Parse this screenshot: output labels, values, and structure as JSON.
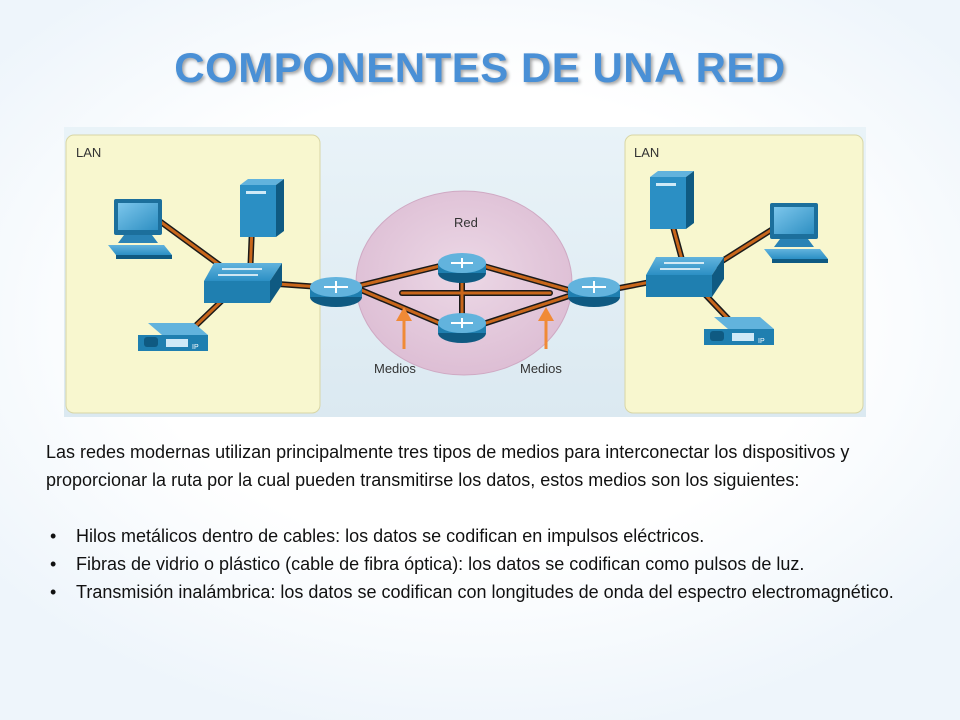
{
  "title": "COMPONENTES DE UNA RED",
  "diagram": {
    "lan_left_label": "LAN",
    "lan_right_label": "LAN",
    "network_label": "Red",
    "media_left_label": "Medios",
    "media_right_label": "Medios",
    "ip_badge_left": "IP",
    "ip_badge_right": "IP",
    "colors": {
      "lan_panel": "#f8f7cf",
      "network_cloud": "#e3c9dc",
      "cable": "#c8661b",
      "arrow": "#f08a36",
      "device": "#1f7fb0"
    },
    "icons": [
      "desktop-computer-icon",
      "server-icon",
      "switch-icon",
      "ip-phone-icon",
      "router-icon"
    ]
  },
  "body": {
    "intro": "Las redes modernas utilizan principalmente tres tipos de medios para interconectar los dispositivos y proporcionar la ruta por la cual pueden transmitirse los datos, estos medios son los siguientes:",
    "bullets": [
      "Hilos metálicos dentro de cables: los datos se codifican en impulsos eléctricos.",
      "Fibras de vidrio o plástico (cable de fibra óptica): los datos se codifican como pulsos de luz.",
      "Transmisión inalámbrica: los datos se codifican con longitudes de onda del espectro electromagnético."
    ]
  }
}
